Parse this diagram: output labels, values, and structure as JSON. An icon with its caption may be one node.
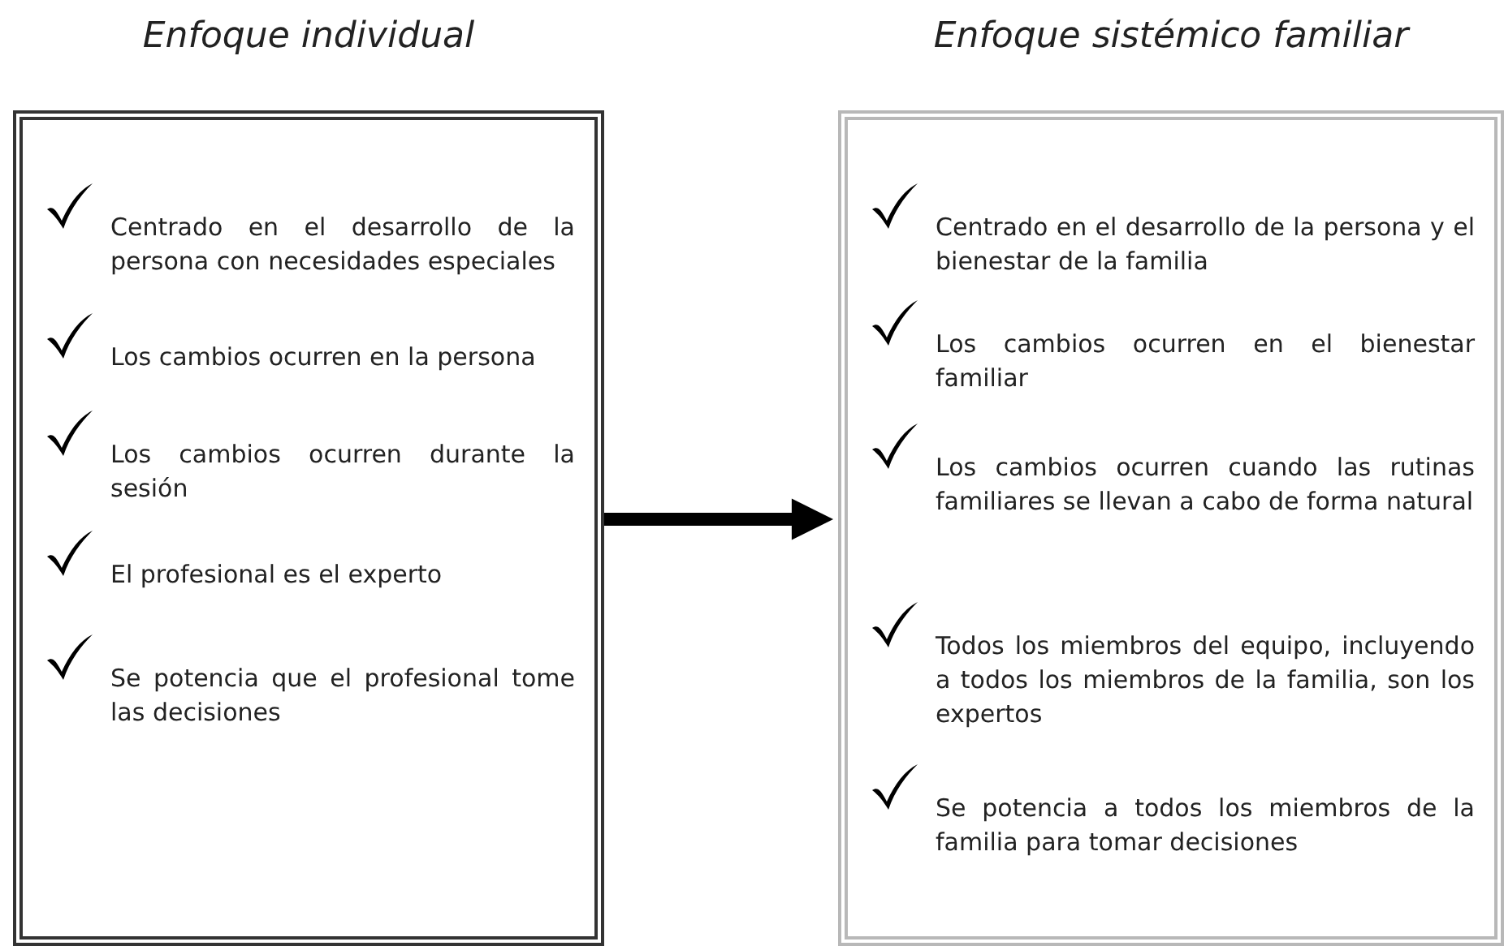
{
  "diagram": {
    "nodes": [
      {
        "text": [
          "Enfoque individual",
          "Centrado en el desarrollo de la persona con necesidades especiales",
          "Los cambios ocurren en la persona",
          "Los cambios ocurren durante la sesión",
          "El profesional es el experto",
          "Se potencia que el profesional tome las decisiones"
        ]
      },
      {
        "text": [
          "Enfoque sistémico familiar",
          "Centrado en el desarrollo de la persona y el bienestar de la familia",
          "Los cambios ocurren en el bienestar familiar",
          "Los cambios ocurren cuando las rutinas familiares se llevan a cabo de forma natural",
          "Todos los miembros del equipo, incluyendo a todos los miembros de la familia, son los expertos",
          "Se potencia a todos los miembros de la familia para tomar decisiones"
        ]
      }
    ],
    "edges": [
      {
        "from": 0,
        "to": 1,
        "arrow": "to"
      }
    ]
  }
}
